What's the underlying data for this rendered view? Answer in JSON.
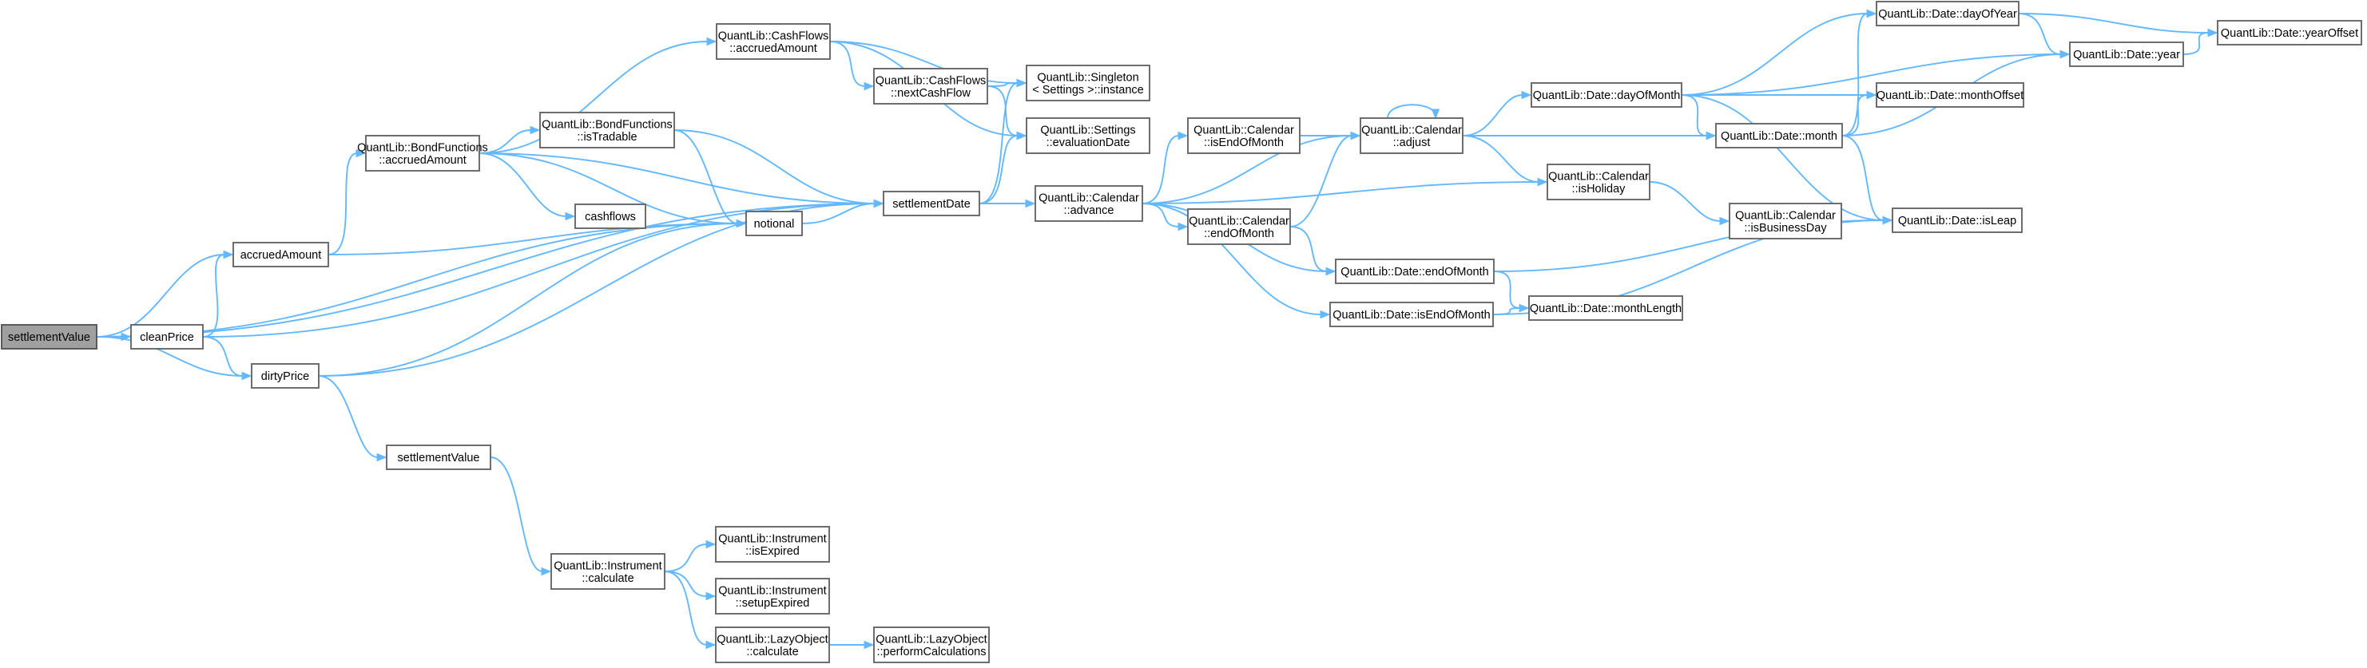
{
  "graph": {
    "edge_color": "#63b8ff",
    "node_border_color": "#666666",
    "root_fill_color": "#a0a0a0",
    "nodes": [
      {
        "id": "root",
        "lines": [
          "settlementValue"
        ]
      },
      {
        "id": "accruedAmount",
        "lines": [
          "accruedAmount"
        ]
      },
      {
        "id": "cleanPrice",
        "lines": [
          "cleanPrice"
        ]
      },
      {
        "id": "dirtyPrice",
        "lines": [
          "dirtyPrice"
        ]
      },
      {
        "id": "settlementValue2",
        "lines": [
          "settlementValue"
        ]
      },
      {
        "id": "bondAccrued",
        "lines": [
          "QuantLib::BondFunctions",
          "::accruedAmount"
        ]
      },
      {
        "id": "cfAccrued",
        "lines": [
          "QuantLib::CashFlows",
          "::accruedAmount"
        ]
      },
      {
        "id": "isTradable",
        "lines": [
          "QuantLib::BondFunctions",
          "::isTradable"
        ]
      },
      {
        "id": "cashflows",
        "lines": [
          "cashflows"
        ]
      },
      {
        "id": "notional",
        "lines": [
          "notional"
        ]
      },
      {
        "id": "nextCashFlow",
        "lines": [
          "QuantLib::CashFlows",
          "::nextCashFlow"
        ]
      },
      {
        "id": "singleton",
        "lines": [
          "QuantLib::Singleton",
          "< Settings >::instance"
        ]
      },
      {
        "id": "evalDate",
        "lines": [
          "QuantLib::Settings",
          "::evaluationDate"
        ]
      },
      {
        "id": "settlementDate",
        "lines": [
          "settlementDate"
        ]
      },
      {
        "id": "calAdvance",
        "lines": [
          "QuantLib::Calendar",
          "::advance"
        ]
      },
      {
        "id": "calIsEndOfMonth",
        "lines": [
          "QuantLib::Calendar",
          "::isEndOfMonth"
        ]
      },
      {
        "id": "calEndOfMonth",
        "lines": [
          "QuantLib::Calendar",
          "::endOfMonth"
        ]
      },
      {
        "id": "calAdjust",
        "lines": [
          "QuantLib::Calendar",
          "::adjust"
        ]
      },
      {
        "id": "calIsHoliday",
        "lines": [
          "QuantLib::Calendar",
          "::isHoliday"
        ]
      },
      {
        "id": "calIsBusinessDay",
        "lines": [
          "QuantLib::Calendar",
          "::isBusinessDay"
        ]
      },
      {
        "id": "dateEndOfMonth",
        "lines": [
          "QuantLib::Date::endOfMonth"
        ]
      },
      {
        "id": "dateIsEndOfMonth",
        "lines": [
          "QuantLib::Date::isEndOfMonth"
        ]
      },
      {
        "id": "dateMonthLength",
        "lines": [
          "QuantLib::Date::monthLength"
        ]
      },
      {
        "id": "dateDayOfMonth",
        "lines": [
          "QuantLib::Date::dayOfMonth"
        ]
      },
      {
        "id": "dateDayOfYear",
        "lines": [
          "QuantLib::Date::dayOfYear"
        ]
      },
      {
        "id": "dateYear",
        "lines": [
          "QuantLib::Date::year"
        ]
      },
      {
        "id": "dateYearOffset",
        "lines": [
          "QuantLib::Date::yearOffset"
        ]
      },
      {
        "id": "dateMonthOffset",
        "lines": [
          "QuantLib::Date::monthOffset"
        ]
      },
      {
        "id": "dateMonth",
        "lines": [
          "QuantLib::Date::month"
        ]
      },
      {
        "id": "dateIsLeap",
        "lines": [
          "QuantLib::Date::isLeap"
        ]
      },
      {
        "id": "instCalculate",
        "lines": [
          "QuantLib::Instrument",
          "::calculate"
        ]
      },
      {
        "id": "instIsExpired",
        "lines": [
          "QuantLib::Instrument",
          "::isExpired"
        ]
      },
      {
        "id": "instSetupExpired",
        "lines": [
          "QuantLib::Instrument",
          "::setupExpired"
        ]
      },
      {
        "id": "lazyCalculate",
        "lines": [
          "QuantLib::LazyObject",
          "::calculate"
        ]
      },
      {
        "id": "lazyPerform",
        "lines": [
          "QuantLib::LazyObject",
          "::performCalculations"
        ]
      }
    ],
    "edges": [
      [
        "root",
        "accruedAmount"
      ],
      [
        "root",
        "cleanPrice"
      ],
      [
        "root",
        "dirtyPrice"
      ],
      [
        "root",
        "notional"
      ],
      [
        "root",
        "settlementDate"
      ],
      [
        "accruedAmount",
        "bondAccrued"
      ],
      [
        "accruedAmount",
        "notional"
      ],
      [
        "cleanPrice",
        "accruedAmount"
      ],
      [
        "cleanPrice",
        "dirtyPrice"
      ],
      [
        "cleanPrice",
        "settlementDate"
      ],
      [
        "dirtyPrice",
        "notional"
      ],
      [
        "dirtyPrice",
        "settlementDate"
      ],
      [
        "dirtyPrice",
        "settlementValue2"
      ],
      [
        "settlementValue2",
        "instCalculate"
      ],
      [
        "bondAccrued",
        "cfAccrued"
      ],
      [
        "bondAccrued",
        "isTradable"
      ],
      [
        "bondAccrued",
        "cashflows"
      ],
      [
        "bondAccrued",
        "notional"
      ],
      [
        "bondAccrued",
        "settlementDate"
      ],
      [
        "cfAccrued",
        "nextCashFlow"
      ],
      [
        "cfAccrued",
        "singleton"
      ],
      [
        "cfAccrued",
        "evalDate"
      ],
      [
        "isTradable",
        "notional"
      ],
      [
        "isTradable",
        "settlementDate"
      ],
      [
        "nextCashFlow",
        "singleton"
      ],
      [
        "nextCashFlow",
        "evalDate"
      ],
      [
        "notional",
        "settlementDate"
      ],
      [
        "settlementDate",
        "calAdvance"
      ],
      [
        "settlementDate",
        "singleton"
      ],
      [
        "settlementDate",
        "evalDate"
      ],
      [
        "calAdvance",
        "calAdjust"
      ],
      [
        "calAdvance",
        "calIsEndOfMonth"
      ],
      [
        "calAdvance",
        "calEndOfMonth"
      ],
      [
        "calAdvance",
        "calIsHoliday"
      ],
      [
        "calAdvance",
        "dateEndOfMonth"
      ],
      [
        "calAdvance",
        "dateIsEndOfMonth"
      ],
      [
        "calIsEndOfMonth",
        "calAdjust"
      ],
      [
        "calEndOfMonth",
        "calAdjust"
      ],
      [
        "calEndOfMonth",
        "dateEndOfMonth"
      ],
      [
        "calAdjust",
        "calAdjust"
      ],
      [
        "calAdjust",
        "dateDayOfMonth"
      ],
      [
        "calAdjust",
        "calIsHoliday"
      ],
      [
        "calAdjust",
        "dateMonth"
      ],
      [
        "calIsHoliday",
        "calIsBusinessDay"
      ],
      [
        "dateEndOfMonth",
        "dateMonthLength"
      ],
      [
        "dateEndOfMonth",
        "dateIsLeap"
      ],
      [
        "dateIsEndOfMonth",
        "dateMonthLength"
      ],
      [
        "dateIsEndOfMonth",
        "dateIsLeap"
      ],
      [
        "dateDayOfMonth",
        "dateDayOfYear"
      ],
      [
        "dateDayOfMonth",
        "dateYear"
      ],
      [
        "dateDayOfMonth",
        "dateMonthOffset"
      ],
      [
        "dateDayOfMonth",
        "dateMonth"
      ],
      [
        "dateDayOfMonth",
        "dateIsLeap"
      ],
      [
        "dateDayOfYear",
        "dateYear"
      ],
      [
        "dateDayOfYear",
        "dateYearOffset"
      ],
      [
        "dateYear",
        "dateYearOffset"
      ],
      [
        "dateMonth",
        "dateDayOfYear"
      ],
      [
        "dateMonth",
        "dateYear"
      ],
      [
        "dateMonth",
        "dateMonthOffset"
      ],
      [
        "dateMonth",
        "dateIsLeap"
      ],
      [
        "instCalculate",
        "instIsExpired"
      ],
      [
        "instCalculate",
        "instSetupExpired"
      ],
      [
        "instCalculate",
        "lazyCalculate"
      ],
      [
        "lazyCalculate",
        "lazyPerform"
      ]
    ]
  }
}
